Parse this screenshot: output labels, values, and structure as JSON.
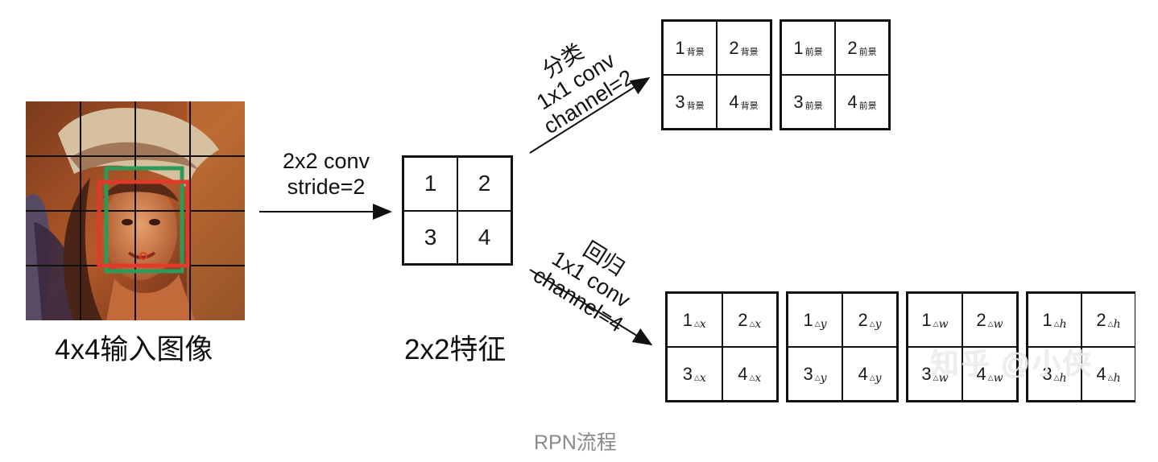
{
  "input": {
    "caption": "4x4输入图像"
  },
  "conv": {
    "line1": "2x2 conv",
    "line2": "stride=2"
  },
  "feature": {
    "caption": "2x2特征",
    "cells": [
      "1",
      "2",
      "3",
      "4"
    ]
  },
  "cls_branch": {
    "title": "分类",
    "line1": "1x1 conv",
    "line2": "channel=2"
  },
  "reg_branch": {
    "title": "回归",
    "line1": "1x1 conv",
    "line2": "channel=4"
  },
  "cls_maps": [
    {
      "sub": "背景",
      "nums": [
        "1",
        "2",
        "3",
        "4"
      ]
    },
    {
      "sub": "前景",
      "nums": [
        "1",
        "2",
        "3",
        "4"
      ]
    }
  ],
  "reg_maps": [
    {
      "delta": "△",
      "var": "x",
      "nums": [
        "1",
        "2",
        "3",
        "4"
      ]
    },
    {
      "delta": "△",
      "var": "y",
      "nums": [
        "1",
        "2",
        "3",
        "4"
      ]
    },
    {
      "delta": "△",
      "var": "w",
      "nums": [
        "1",
        "2",
        "3",
        "4"
      ]
    },
    {
      "delta": "△",
      "var": "h",
      "nums": [
        "1",
        "2",
        "3",
        "4"
      ]
    }
  ],
  "watermark": "知乎 @小侠",
  "figure_caption": "RPN流程",
  "colors": {
    "green_box": "#2e9a5a",
    "red_box": "#e03a2a",
    "line": "#111111",
    "caption_gray": "#8a8a8a"
  }
}
